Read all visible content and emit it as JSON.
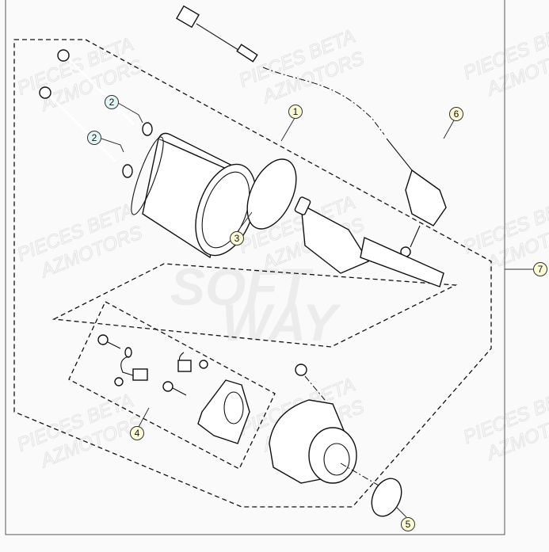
{
  "watermarks": {
    "line1": "PIECES BETA",
    "line2": "AZMOTORS",
    "logo_line1": "SOFT",
    "logo_line2": "WAY"
  },
  "callouts": [
    {
      "label": "1",
      "color": "#fdfbd6"
    },
    {
      "label": "2",
      "color": "#e3f6f6"
    },
    {
      "label": "2",
      "color": "#e3f6f6"
    },
    {
      "label": "3",
      "color": "#fdfbd6"
    },
    {
      "label": "4",
      "color": "#fdfbd6"
    },
    {
      "label": "5",
      "color": "#fdfbd6"
    },
    {
      "label": "6",
      "color": "#fdfbd6"
    },
    {
      "label": "7",
      "color": "#fdfbd6"
    }
  ]
}
